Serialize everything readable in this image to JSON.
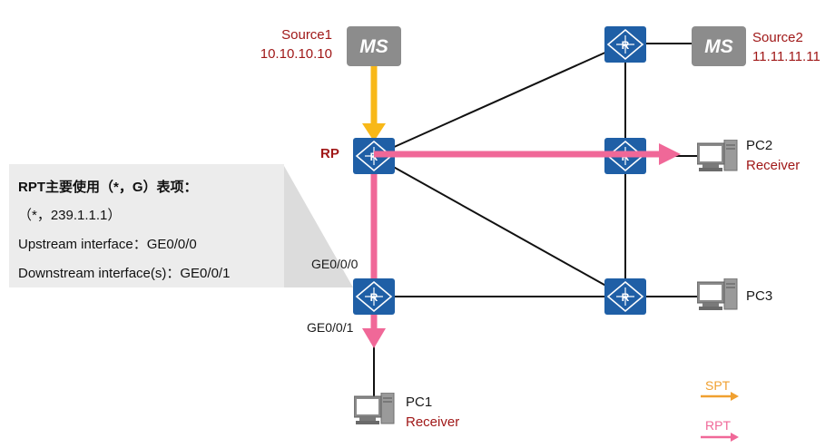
{
  "sources": [
    {
      "name": "Source1",
      "ip": "10.10.10.10",
      "icon": "ms-server-icon"
    },
    {
      "name": "Source2",
      "ip": "11.11.11.11",
      "icon": "ms-server-icon"
    }
  ],
  "ms_label": "MS",
  "rp_label": "RP",
  "router_glyph": "R",
  "interfaces": {
    "upstream": "GE0/0/0",
    "downstream": "GE0/0/1"
  },
  "hosts": [
    {
      "name": "PC1",
      "role": "Receiver"
    },
    {
      "name": "PC2",
      "role": "Receiver"
    },
    {
      "name": "PC3",
      "role": ""
    }
  ],
  "callout": {
    "title": "RPT主要使用（*，G）表项：",
    "entry": "（*，239.1.1.1）",
    "upstream": "Upstream interface：GE0/0/0",
    "downstream": "Downstream interface(s)：GE0/0/1"
  },
  "legend": [
    {
      "label": "SPT",
      "color": "#f0a030"
    },
    {
      "label": "RPT",
      "color": "#f06898"
    }
  ],
  "colors": {
    "router": "#1f5fa6",
    "server": "#8c8c8c",
    "spt_arrow": "#f8b818",
    "rpt_arrow": "#f06898",
    "label_red": "#a01818"
  }
}
